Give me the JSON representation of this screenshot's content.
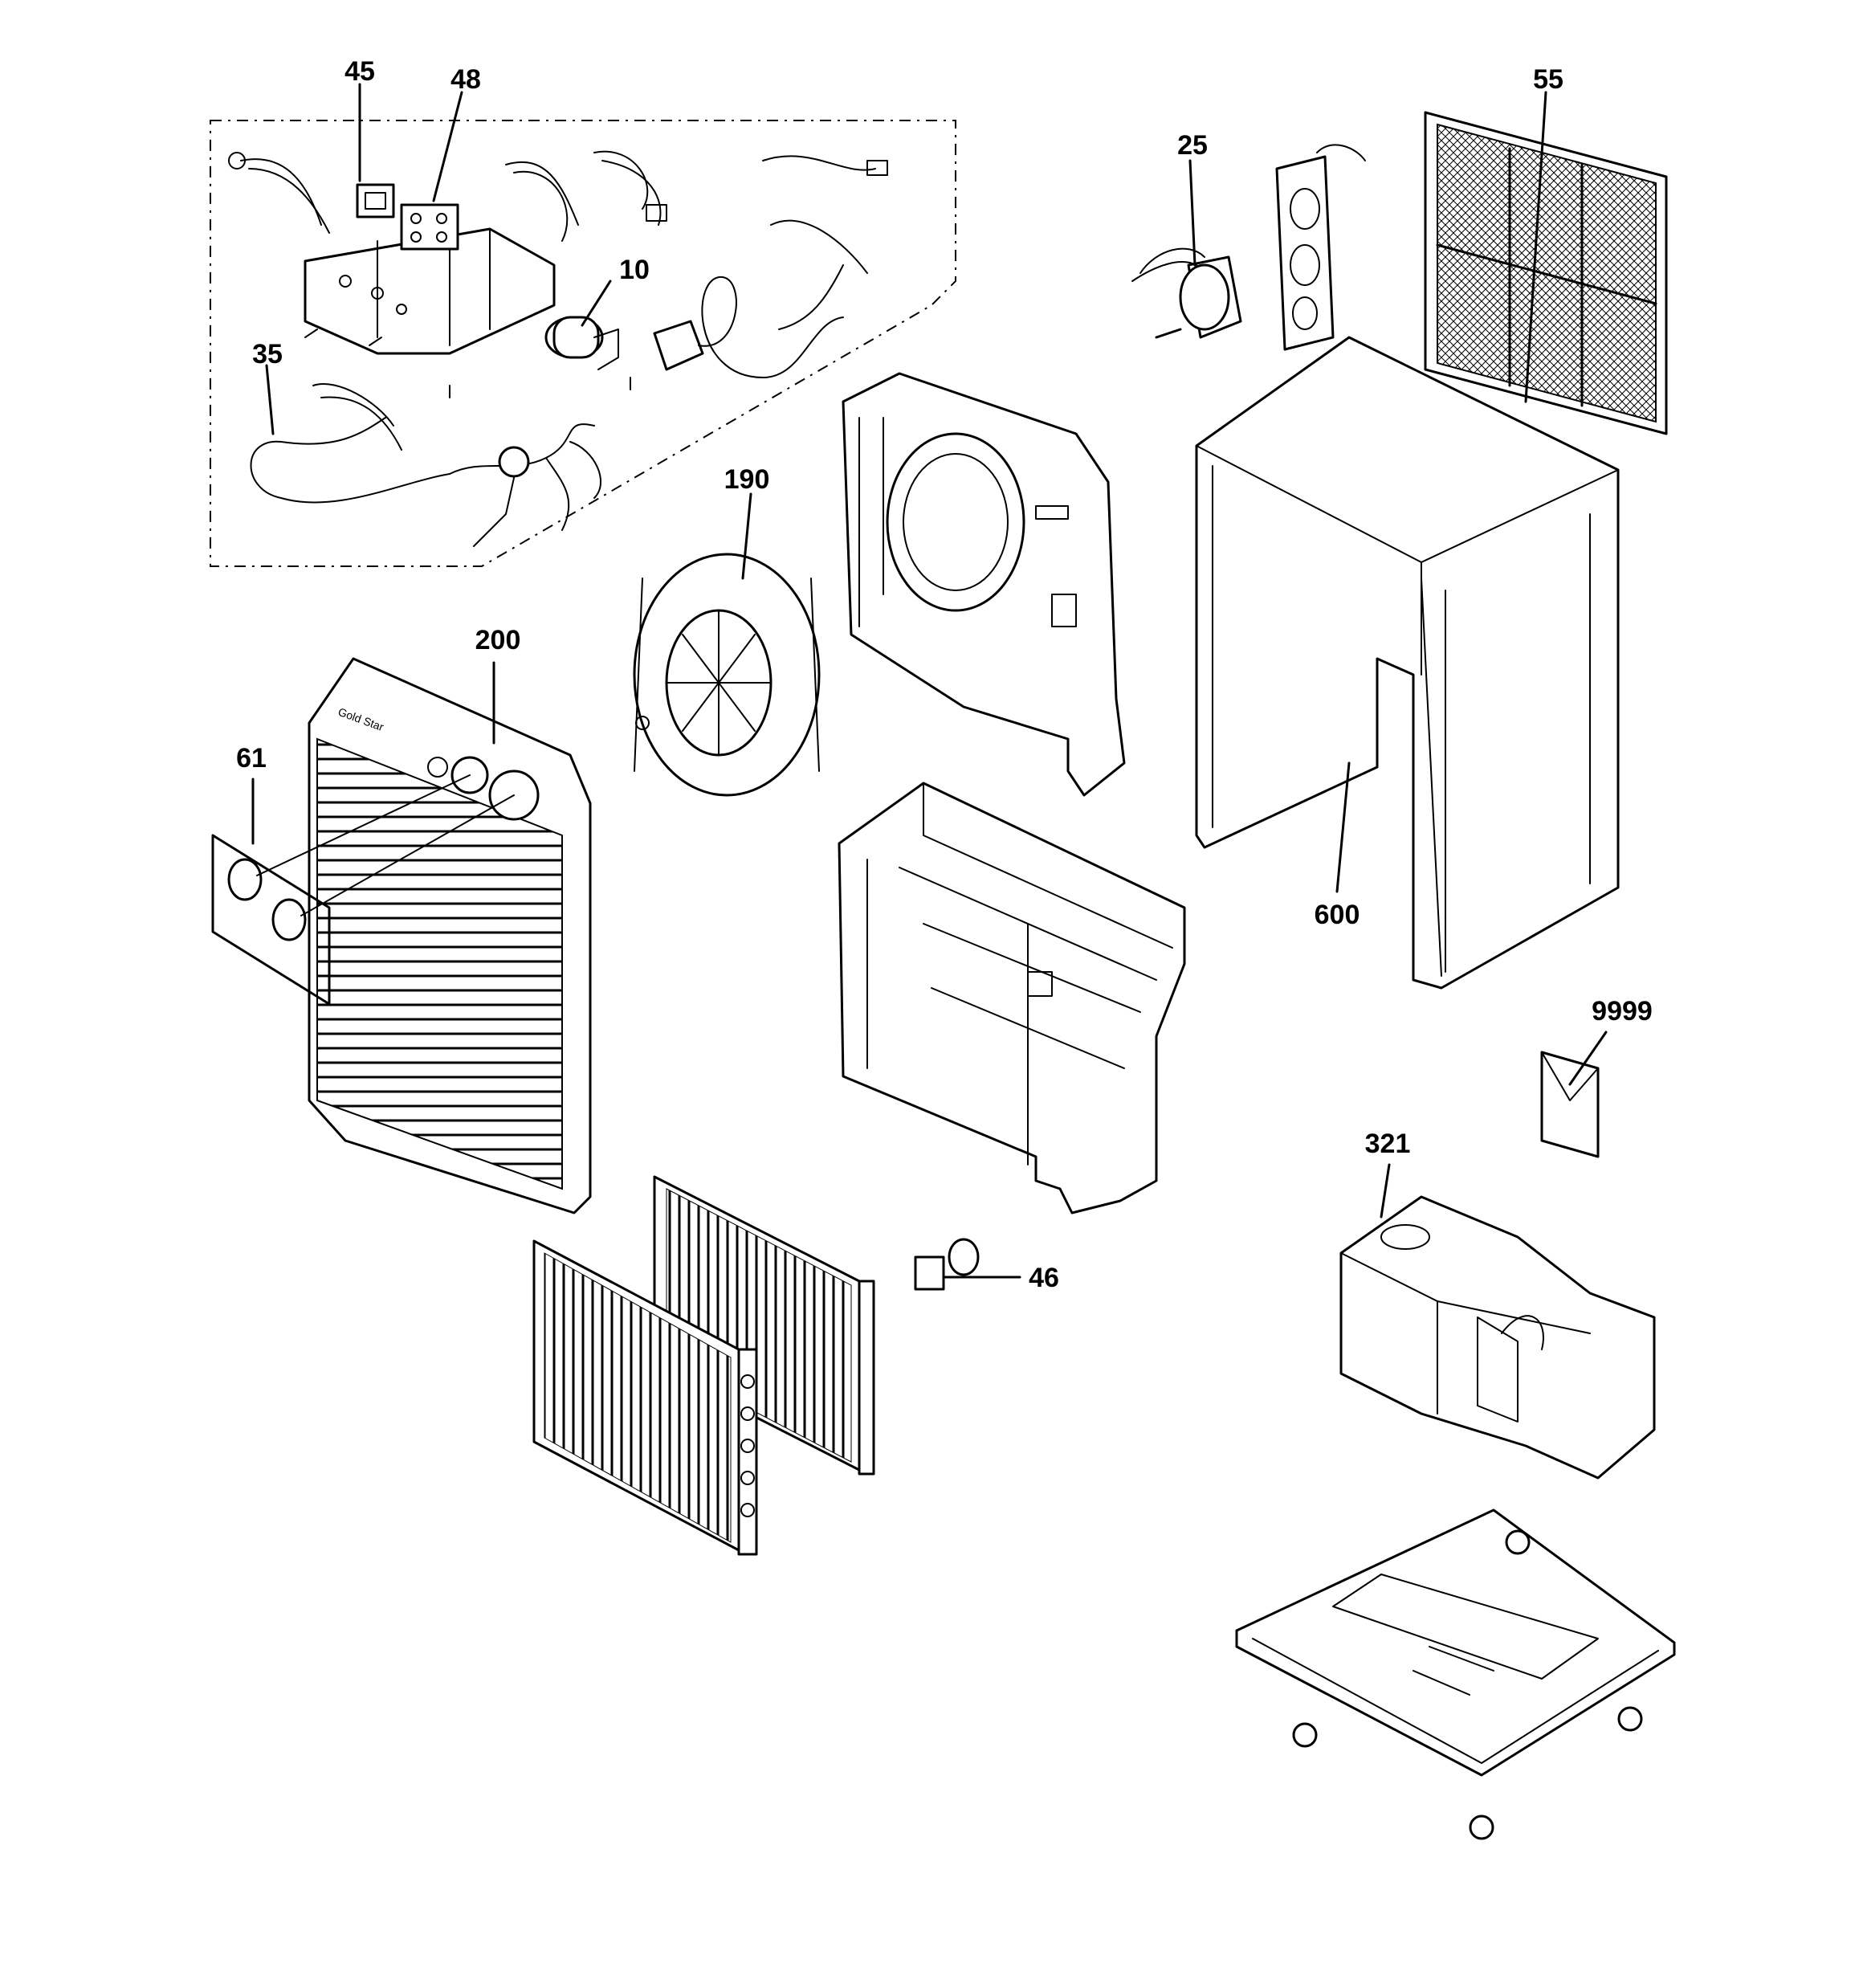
{
  "callouts": {
    "c45": "45",
    "c48": "48",
    "c10": "10",
    "c35": "35",
    "c25": "25",
    "c55": "55",
    "c190": "190",
    "c200": "200",
    "c61": "61",
    "c600": "600",
    "c9999": "9999",
    "c321": "321",
    "c46": "46"
  }
}
